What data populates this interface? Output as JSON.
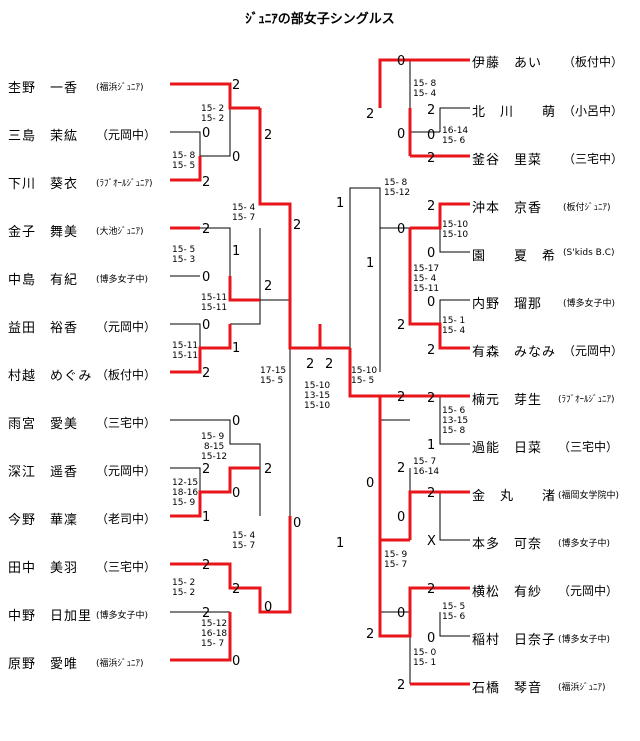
{
  "title": "ｼﾞｭﾆｱの部女子シングルス",
  "left_players": [
    {
      "name": "杢野　一香",
      "club": "(福浜ｼﾞｭﾆｱ)"
    },
    {
      "name": "三島　茉紘",
      "club": "（元岡中）"
    },
    {
      "name": "下川　葵衣",
      "club": "(ﾗﾌﾞｵｰﾙｼﾞｭﾆｱ)"
    },
    {
      "name": "金子　舞美",
      "club": "(大池ｼﾞｭﾆｱ)"
    },
    {
      "name": "中島　有紀",
      "club": "(博多女子中)"
    },
    {
      "name": "益田　裕香",
      "club": "（元岡中）"
    },
    {
      "name": "村越　めぐみ",
      "club": "（板付中）"
    },
    {
      "name": "雨宮　愛美",
      "club": "（三宅中）"
    },
    {
      "name": "深江　遥香",
      "club": "（元岡中）"
    },
    {
      "name": "今野　華凜",
      "club": "（老司中）"
    },
    {
      "name": "田中　美羽",
      "club": "（三宅中）"
    },
    {
      "name": "中野　日加里",
      "club": "(博多女子中)"
    },
    {
      "name": "原野　愛唯",
      "club": "(福浜ｼﾞｭﾆｱ)"
    }
  ],
  "right_players": [
    {
      "name": "伊藤　あい",
      "club": "（板付中）"
    },
    {
      "name": "北　川　　萌",
      "club": "（小呂中）"
    },
    {
      "name": "釜谷　里菜",
      "club": "（三宅中）"
    },
    {
      "name": "沖本　京香",
      "club": "(板付ｼﾞｭﾆｱ)"
    },
    {
      "name": "園　　夏　希",
      "club": "(S'kids B.C)"
    },
    {
      "name": "内野　瑠那",
      "club": "(博多女子中)"
    },
    {
      "name": "有森　みなみ",
      "club": "（元岡中）"
    },
    {
      "name": "楠元　芽生",
      "club": "(ﾗﾌﾞｵｰﾙｼﾞｭﾆｱ)"
    },
    {
      "name": "過能　日菜",
      "club": "（三宅中）"
    },
    {
      "name": "金　丸　　渚",
      "club": "(福岡女学院中)"
    },
    {
      "name": "本多　可奈",
      "club": "(博多女子中)"
    },
    {
      "name": "横松　有紗",
      "club": "（元岡中）"
    },
    {
      "name": "稲村　日奈子",
      "club": "(博多女子中)"
    },
    {
      "name": "石橋　琴音",
      "club": "(福浜ｼﾞｭﾆｱ)"
    }
  ],
  "scores": [
    "2",
    "0",
    "2",
    "0",
    "2",
    "2",
    "0",
    "0",
    "2",
    "1",
    "1",
    "2",
    "2",
    "0",
    "2",
    "1",
    "0",
    "2",
    "2",
    "2",
    "2",
    "0",
    "0",
    "0",
    "2",
    "2",
    "1",
    "1",
    "2",
    "1",
    "0",
    "0",
    "2",
    "0",
    "2",
    "0",
    "2",
    "2",
    "0",
    "0",
    "2",
    "0",
    "2",
    "2",
    "1",
    "X",
    "0",
    "2",
    "2",
    "0",
    "0",
    "2",
    "2",
    "2"
  ],
  "game_scores": [
    "15- 2\n15- 2",
    "15- 8\n15- 5",
    "15- 4\n15- 7",
    "15- 5\n15- 3",
    "15-11\n15-11",
    "15-11\n15-11",
    "17-15\n15- 5",
    "15- 9\n 8-15\n15-12",
    "12-15\n18-16\n15- 9",
    "15- 4\n15- 7",
    "15- 2\n15- 2",
    "15-12\n16-18\n15- 7",
    "15-10\n13-15\n15-10",
    "15-10\n15- 5",
    "15- 8\n15-12",
    "15- 8\n15- 4",
    "16-14\n15- 6",
    "15-10\n15-10",
    "15-17\n15- 4\n15-11",
    "15- 1\n15- 4",
    "15- 6\n13-15\n15- 8",
    "15- 7\n16-14",
    "15- 9\n15- 7",
    "15- 5\n15- 6",
    "15- 0\n15- 1"
  ],
  "colors": {
    "win_line": "#e8151b",
    "line": "#000000"
  }
}
